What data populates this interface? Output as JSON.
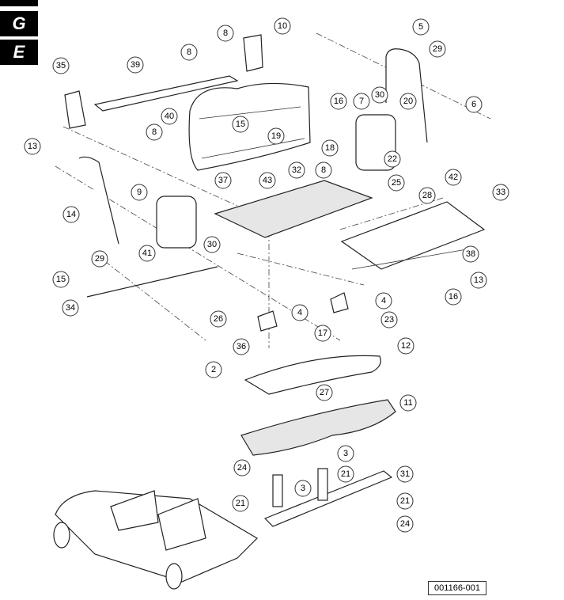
{
  "section_tabs": [
    "G",
    "E"
  ],
  "drawing_id": "001166-001",
  "callouts": [
    "10",
    "8",
    "5",
    "35",
    "39",
    "8",
    "29",
    "20",
    "6",
    "16",
    "7",
    "30",
    "40",
    "15",
    "19",
    "8",
    "13",
    "18",
    "8",
    "22",
    "37",
    "43",
    "32",
    "42",
    "33",
    "28",
    "25",
    "9",
    "14",
    "30",
    "41",
    "29",
    "15",
    "34",
    "38",
    "13",
    "16",
    "4",
    "4",
    "26",
    "36",
    "17",
    "23",
    "2",
    "12",
    "27",
    "11",
    "3",
    "24",
    "21",
    "31",
    "21",
    "3",
    "21",
    "24"
  ]
}
